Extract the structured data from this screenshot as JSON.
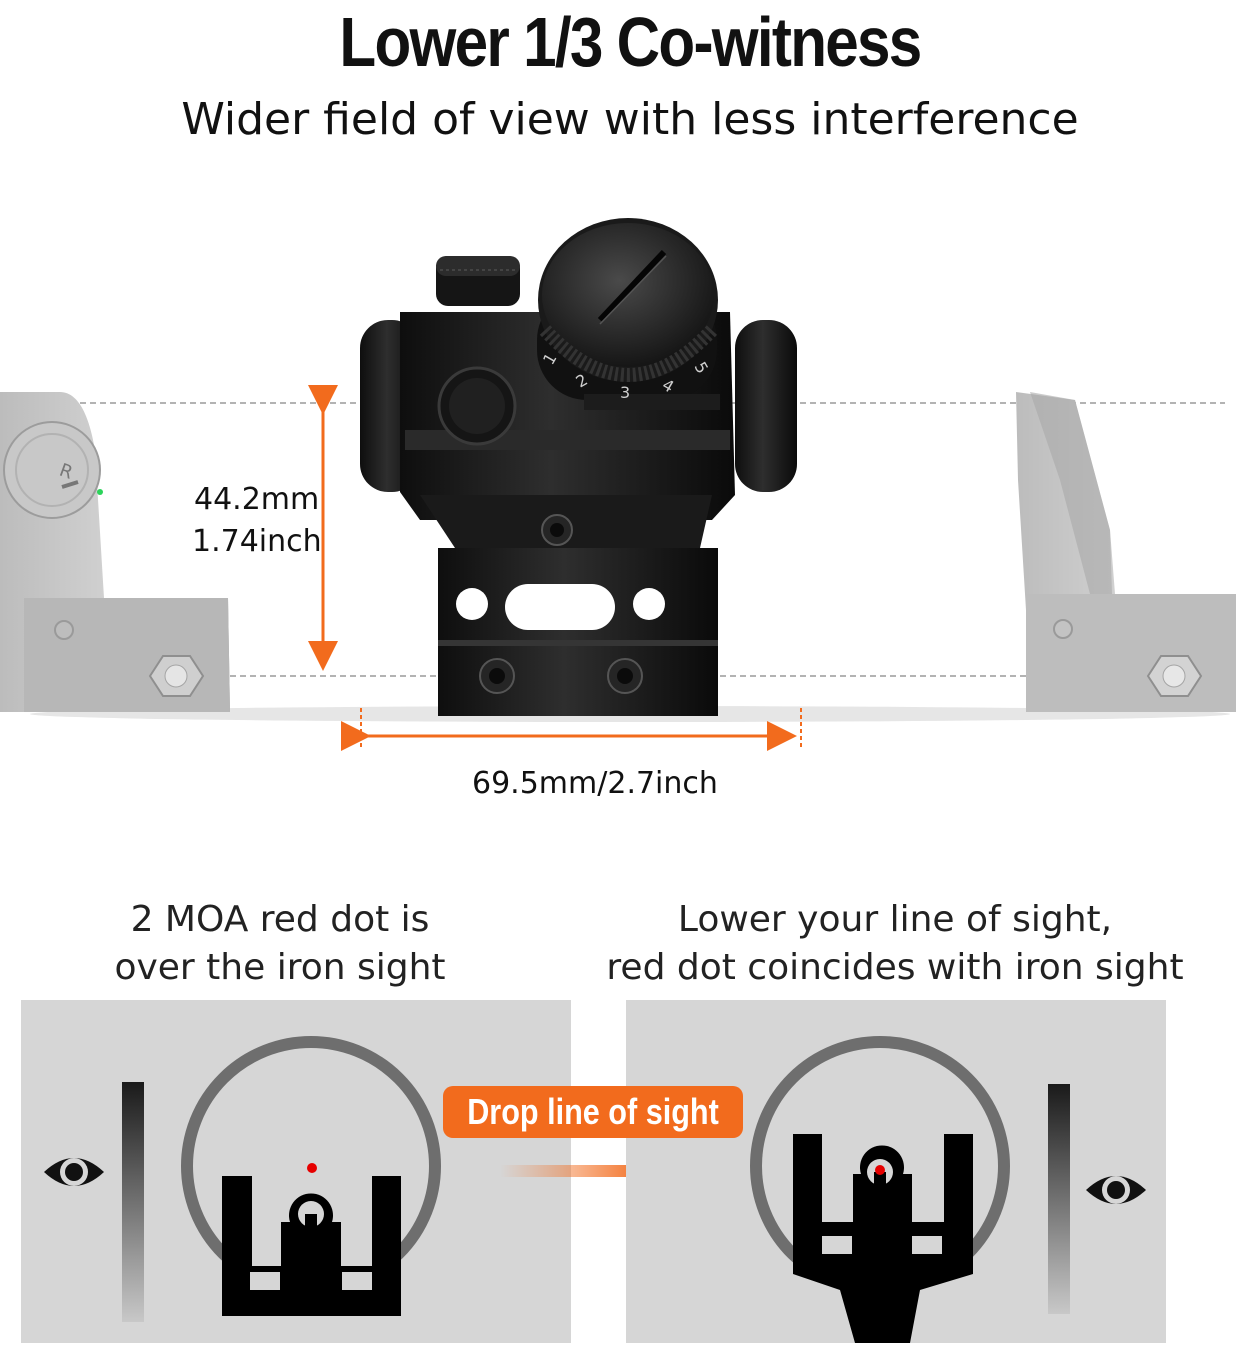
{
  "header": {
    "title": "Lower 1/3 Co-witness",
    "subtitle": "Wider field of view with less interference"
  },
  "dimensions": {
    "height_mm": "44.2mm",
    "height_inch": "1.74inch",
    "width": "69.5mm/2.7inch"
  },
  "panels": {
    "left_caption_line1": "2 MOA red dot is",
    "left_caption_line2": "over the iron sight",
    "right_caption_line1": "Lower your line of sight,",
    "right_caption_line2": "red dot coincides with iron sight",
    "badge": "Drop line of sight"
  },
  "dial_numbers": [
    "1",
    "2",
    "3",
    "4",
    "5"
  ],
  "iron_sight_mark": "R",
  "colors": {
    "accent": "#f26b1d",
    "red_dot": "#e60000",
    "panel_bg": "#d6d6d6",
    "iron_sight_gray": "#a9a9a9"
  },
  "icons": [
    "eye-icon",
    "red-dot-sight",
    "rear-iron-sight",
    "front-iron-sight",
    "arrow-right-icon"
  ]
}
